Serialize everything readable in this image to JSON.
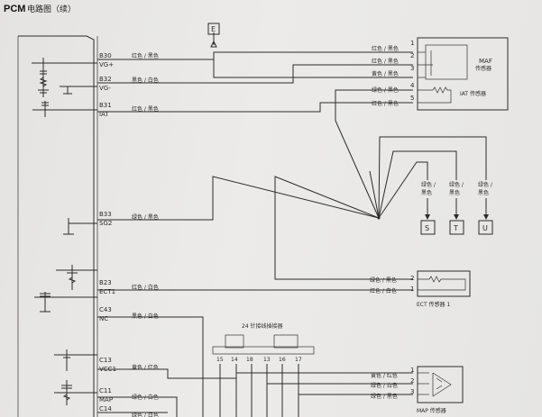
{
  "title_main": "PCM",
  "title_sub": "电路图（续）",
  "pins": [
    {
      "pin": "B30",
      "func": "VG+"
    },
    {
      "pin": "B32",
      "func": "VG-"
    },
    {
      "pin": "B31",
      "func": "IAT"
    },
    {
      "pin": "B33",
      "func": "SG2"
    },
    {
      "pin": "B23",
      "func": "ECT1"
    },
    {
      "pin": "C43",
      "func": "NC"
    },
    {
      "pin": "C13",
      "func": "VCC1"
    },
    {
      "pin": "C11",
      "func": "MAP"
    },
    {
      "pin": "C14",
      "func": ""
    }
  ],
  "wire_colors": {
    "red_black": "红色 / 黑色",
    "yellow_black": "黄色 / 黑色",
    "green_black": "绿色 / 黑色",
    "green_white": "绿色 / 白色",
    "red_white": "红色 / 白色",
    "black_white": "黑色 / 白色",
    "yellow_red": "黄色 / 红色",
    "green_slash": "绿色 /",
    "black": "黑色"
  },
  "terminals": {
    "E": "E",
    "S": "S",
    "T": "T",
    "U": "U"
  },
  "maf_numbers": [
    "1",
    "2",
    "3",
    "4",
    "5"
  ],
  "ect_numbers": [
    "2",
    "1"
  ],
  "map_numbers": [
    "1",
    "2",
    "3"
  ],
  "components": {
    "maf_line1": "MAF",
    "maf_line2": "传感器",
    "iat": "IAT 传感器",
    "ect": "ECT 传感器 1",
    "map": "MAP 传感器",
    "connector": "24 针接线插接器"
  },
  "connector_pins": [
    "15",
    "14",
    "18",
    "13",
    "16",
    "17"
  ]
}
